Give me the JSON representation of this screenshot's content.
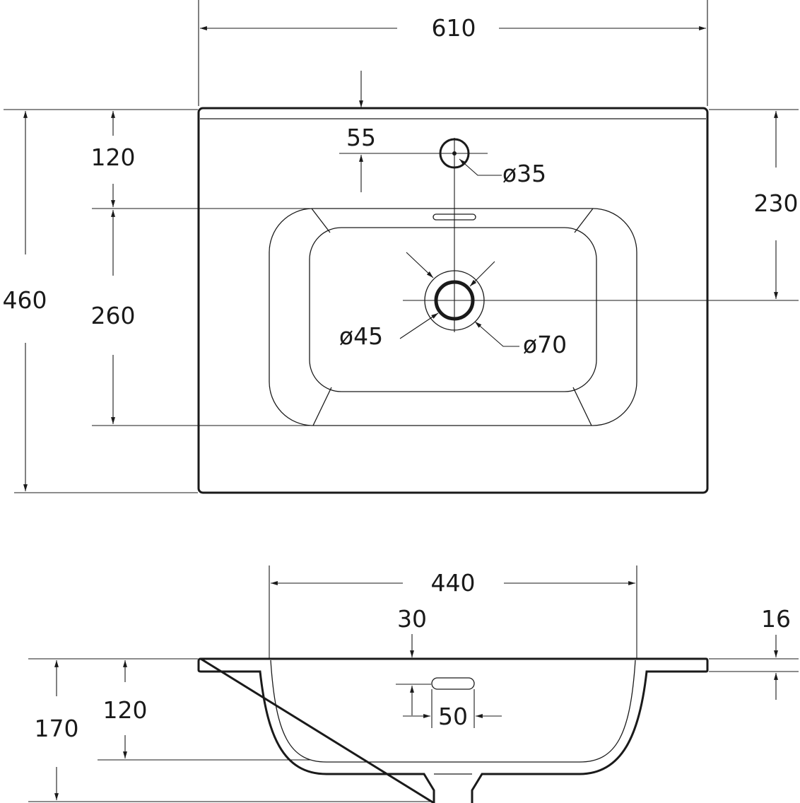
{
  "title": "Washbasin dimension drawing",
  "top_view": {
    "overall_width": "610",
    "overall_depth": "460",
    "faucet_offset": "120",
    "basin_depth": "260",
    "drain_offset": "230",
    "faucet_edge": "55",
    "faucet_hole": "ø35",
    "drain_inner": "ø45",
    "drain_outer": "ø70"
  },
  "side_view": {
    "bowl_width": "440",
    "overflow_offset": "30",
    "rim_thickness": "16",
    "total_height": "170",
    "bowl_depth": "120",
    "overflow_width": "50"
  }
}
